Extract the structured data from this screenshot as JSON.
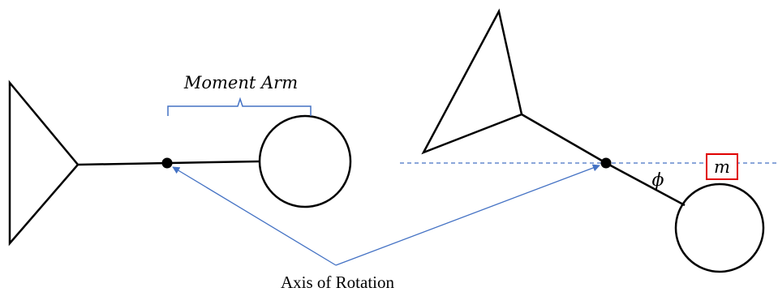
{
  "labels": {
    "moment_arm": "Moment Arm",
    "axis_of_rotation": "Axis of Rotation",
    "phi": "ϕ",
    "mass": "m"
  },
  "colors": {
    "stroke": "#000000",
    "arrow": "#4472C4",
    "dashed_line": "#4472C4",
    "mass_box": "#E00000",
    "bracket": "#4472C4"
  }
}
